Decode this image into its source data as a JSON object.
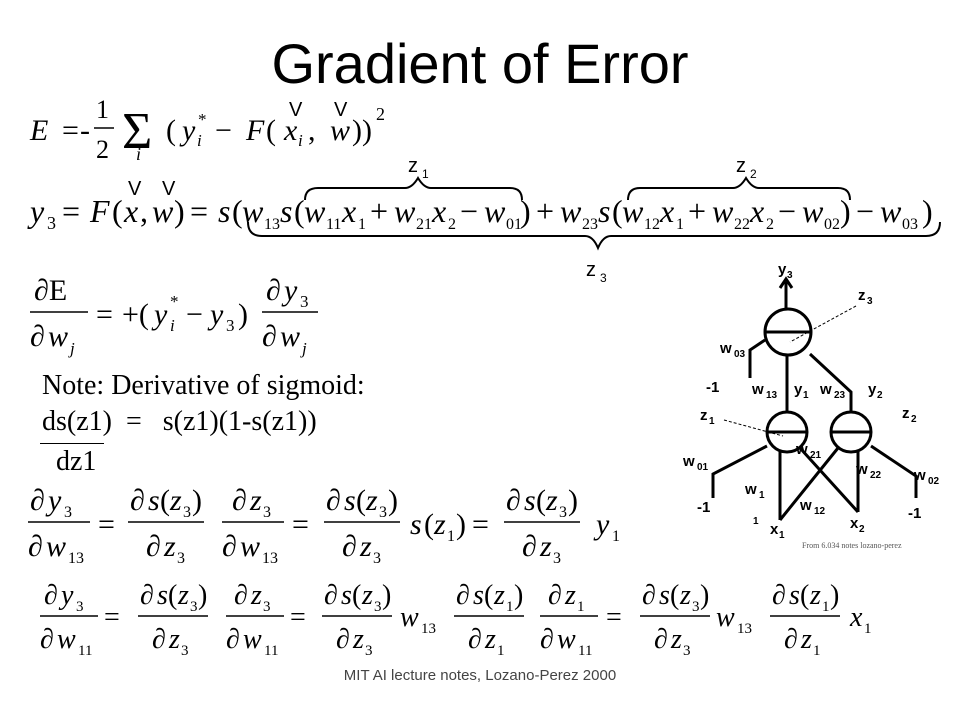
{
  "title": "Gradient of Error",
  "note": {
    "line1": "Note: Derivative of sigmoid:",
    "line2": "ds(z1)  =   s(z1)(1-s(z1))",
    "line3": "  dz1"
  },
  "annotations": {
    "z1": "z",
    "z2": "z",
    "z3": "z",
    "v": "V"
  },
  "network": {
    "y3": "y",
    "z3": "z",
    "w03": "w",
    "w13": "w",
    "w23": "w",
    "y1": "y",
    "y2": "y",
    "z1": "z",
    "z2": "z",
    "w21": "w",
    "w22": "w",
    "w01": "w",
    "w02": "w",
    "w1": "w",
    "w12": "w",
    "x1": "x",
    "x2": "x",
    "bias": "-1",
    "one": "1"
  },
  "credit": "From 6.034 notes lozano-perez",
  "footer": "MIT AI lecture notes, Lozano-Perez 2000"
}
